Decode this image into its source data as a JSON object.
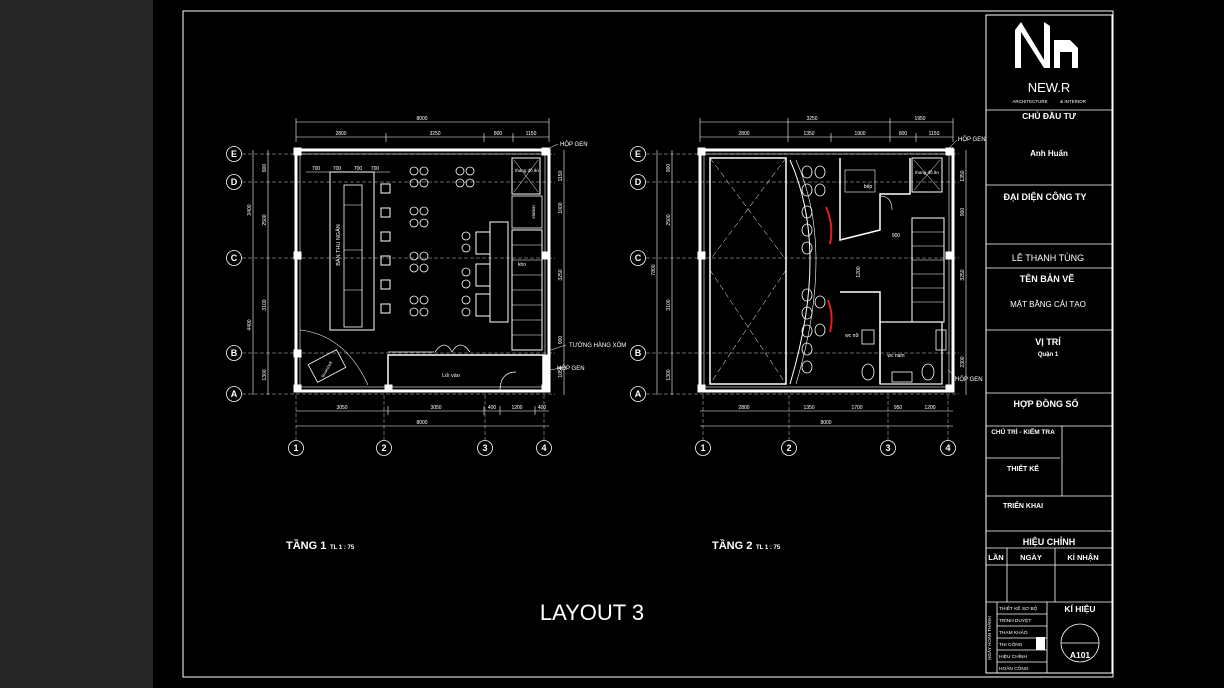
{
  "layout_title": "LAYOUT 3",
  "floor1": {
    "title": "TẦNG 1",
    "scale": "TL 1 : 75",
    "dims_top_total": "8000",
    "dims_top": [
      "2800",
      "3250",
      "800",
      "1150"
    ],
    "dims_bottom": [
      "3050",
      "3050",
      "400",
      "1200",
      "400"
    ],
    "dims_bottom_total": "8000",
    "dims_left": [
      "900",
      "2500",
      "3100",
      "1300"
    ],
    "dims_left_outer": [
      "3400",
      "4400"
    ],
    "dims_right": [
      "1150",
      "1000",
      "3250",
      "900",
      "1050"
    ],
    "room_cashier": "BÀN THU NGÂN",
    "room_storage": "kho",
    "room_stair": "thang đồ ăn",
    "room_entrance": "Lối vào",
    "room_station": "station",
    "room_shelf": "Bookshelf",
    "row_dims": [
      "700",
      "700",
      "700",
      "700"
    ],
    "note_shaft_top": "HỘP GEN",
    "note_neighbor_wall": "TƯỜNG HÀNG XÓM",
    "note_shaft_bottom": "HỘP GEN"
  },
  "floor2": {
    "title": "TẦNG 2",
    "scale": "TL 1 : 75",
    "dims_top_total": "3250",
    "dims_top_right": "1950",
    "dims_top": [
      "2800",
      "1350",
      "1900",
      "800",
      "1150"
    ],
    "dims_bottom": [
      "2800",
      "1350",
      "1700",
      "950",
      "1200"
    ],
    "dims_bottom_total": "8000",
    "dims_left": [
      "900",
      "2500",
      "3100",
      "1300"
    ],
    "dims_left_outer": [
      "7800"
    ],
    "dims_right": [
      "1350",
      "900",
      "3250",
      "2300"
    ],
    "inner_dims": [
      "900",
      "1200"
    ],
    "room_kitchen": "bếp",
    "room_stair": "thang đồ ăn",
    "room_wc_female": "wc nữ",
    "room_wc_male": "wc nam",
    "note_shaft_top": "HỘP GEN",
    "note_shaft_bottom": "HỘP GEN"
  },
  "grid_rows": [
    "E",
    "D",
    "C",
    "B",
    "A"
  ],
  "grid_cols": [
    "1",
    "2",
    "3",
    "4"
  ],
  "title_block": {
    "brand": "NEW.R",
    "brand_sub_left": "ARCHITECTURE",
    "brand_sub_right": "& INTERIOR",
    "owner_label": "CHỦ ĐẦU TƯ",
    "owner_value": "Anh Huấn",
    "company_label": "ĐẠI DIỆN CÔNG TY",
    "company_value": "LÊ THANH TÙNG",
    "drawing_label": "TÊN BẢN VẼ",
    "drawing_value": "MẶT BẰNG CẢI TẠO",
    "location_label": "VỊ TRÍ",
    "location_value": "Quận 1",
    "contract_label": "HỢP ĐỒNG SỐ",
    "check_label": "CHỦ TRÌ - KIỂM TRA",
    "design_label": "THIẾT KẾ",
    "deploy_label": "TRIỂN KHAI",
    "revision_label": "HIỆU CHỈNH",
    "rev_col1": "LẦN",
    "rev_col2": "NGÀY",
    "rev_col3": "KÍ NHẬN",
    "side_label": "NGÀY HOÀN THÀNH",
    "stages": [
      "THIẾT KẾ SƠ BỘ",
      "TRÌNH DUYỆT",
      "THAM KHẢO",
      "THI CÔNG",
      "HIỆU CHỈNH",
      "HOÀN CÔNG"
    ],
    "symbol_label": "KÍ HIỆU",
    "sheet_code": "A101"
  },
  "colors": {
    "background": "#262626",
    "line": "#ffffff",
    "accent": "#e02020"
  }
}
